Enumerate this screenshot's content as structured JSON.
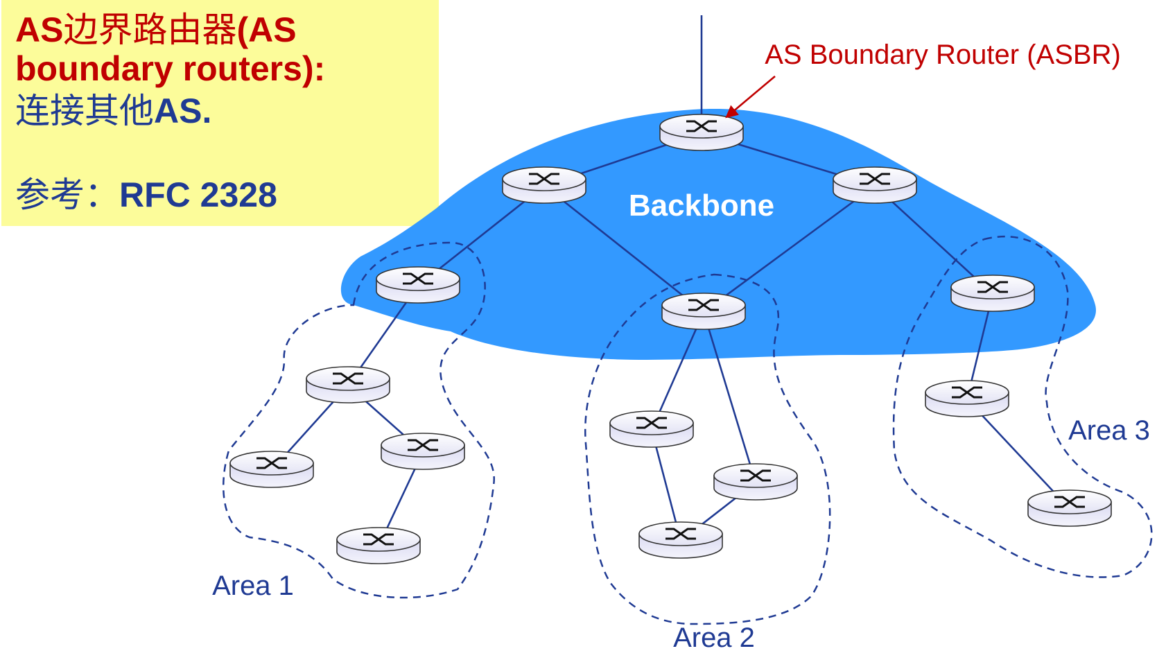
{
  "note": {
    "line1_bold": "AS",
    "line1_cjk": "边界路由器",
    "line1_tail": "(AS",
    "line2": "boundary routers):",
    "line3_cjk": "连接其他",
    "line3_bold": "AS.",
    "line4_cjk": "参考：",
    "line4_bold": "RFC 2328"
  },
  "labels": {
    "asbr": "AS Boundary Router (ASBR)",
    "backbone": "Backbone",
    "area1": "Area 1",
    "area2": "Area 2",
    "area3": "Area 3"
  },
  "colors": {
    "backbone_fill": "#3399FF",
    "note_bg": "#FCFC9A",
    "red_text": "#C00000",
    "blue_text": "#1F3A93",
    "link": "#1F3A93"
  },
  "icons": {
    "router": "router-icon"
  }
}
